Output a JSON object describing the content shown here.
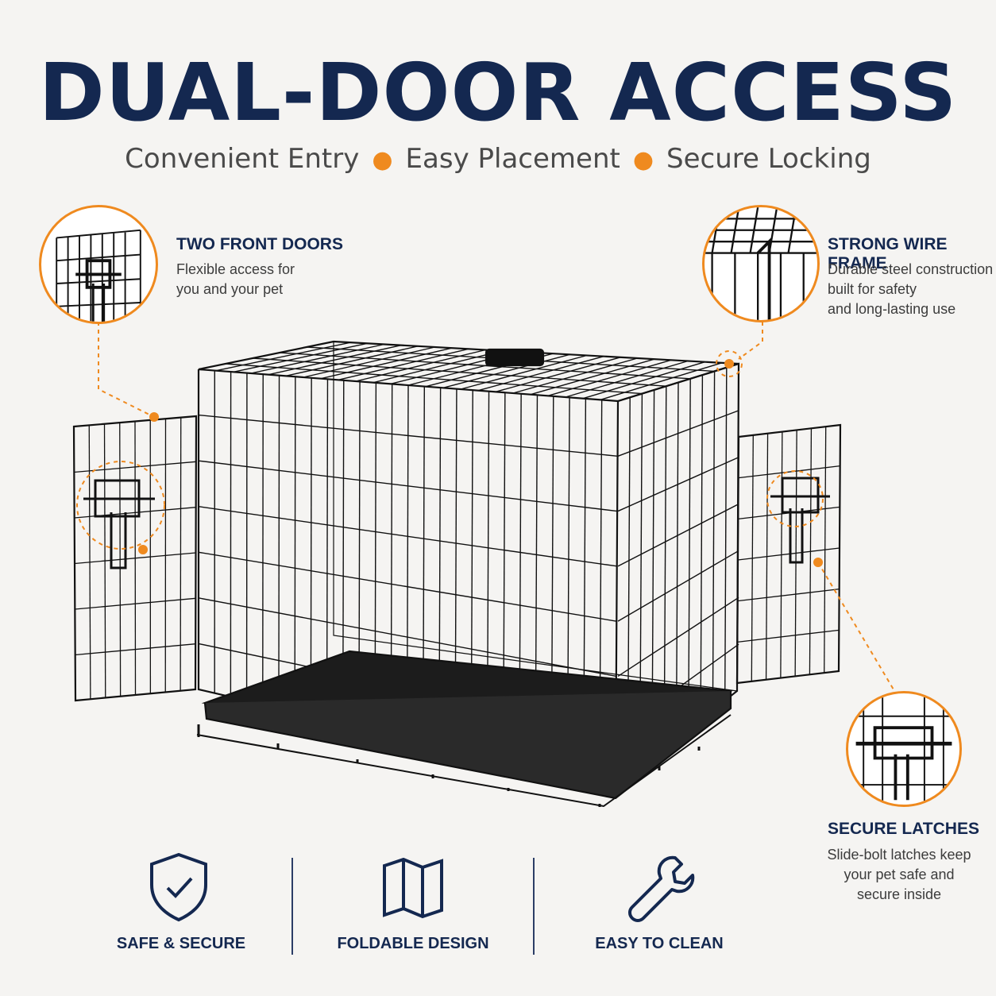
{
  "header": {
    "title": "DUAL-DOOR ACCESS",
    "subtitle_items": [
      "Convenient Entry",
      "Easy Placement",
      "Secure Locking"
    ]
  },
  "callouts": {
    "front_doors": {
      "title": "TWO FRONT DOORS",
      "desc": [
        "Flexible access for",
        "you and your pet"
      ]
    },
    "wire_frame": {
      "title": "STRONG WIRE FRAME",
      "desc": [
        "Durable steel construction",
        "built for safety",
        "and long-lasting use"
      ]
    },
    "latches": {
      "title": "SECURE LATCHES",
      "desc": [
        "Slide-bolt latches keep",
        "your pet safe and",
        "secure inside"
      ]
    }
  },
  "features": [
    {
      "label": "SAFE & SECURE",
      "icon": "shield-check-icon"
    },
    {
      "label": "FOLDABLE DESIGN",
      "icon": "folded-map-icon"
    },
    {
      "label": "EASY TO CLEAN",
      "icon": "wrench-icon"
    }
  ],
  "colors": {
    "navy": "#142850",
    "accent": "#ef8a1f",
    "background": "#f5f4f2"
  }
}
